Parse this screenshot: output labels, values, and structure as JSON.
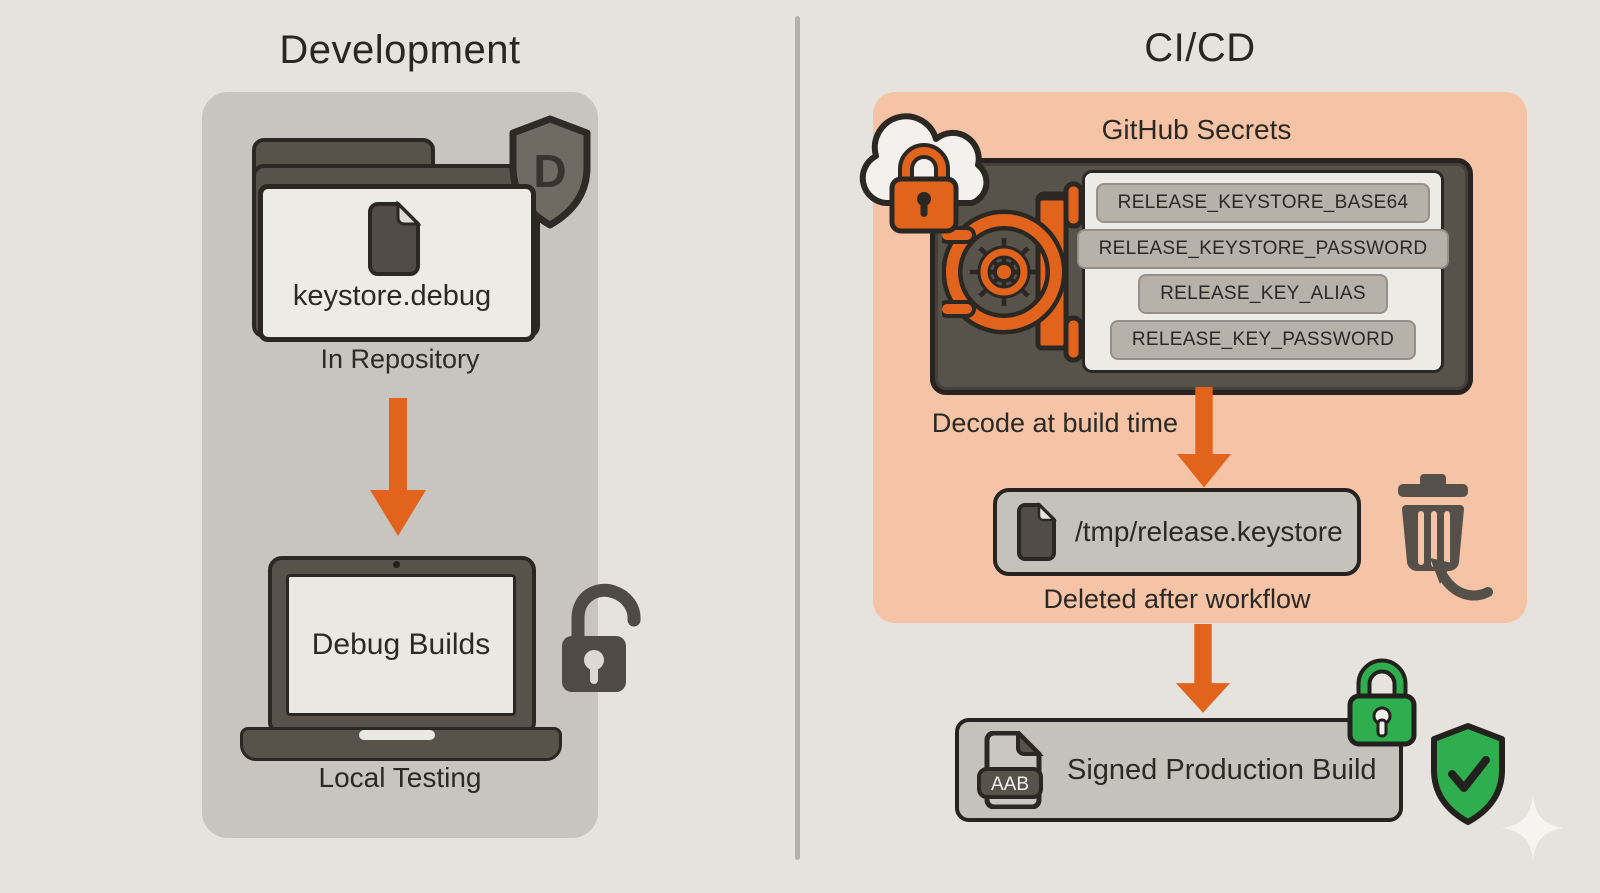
{
  "colors": {
    "background": "#e6e2de",
    "panel_left": "#c8c4bf",
    "panel_right": "#f5c3a5",
    "dark_icon": "#514d46",
    "outline": "#2b2823",
    "orange_accent": "#e2631c",
    "green_accent": "#2eae4e",
    "box_gray": "#c5c2bc",
    "pill_gray": "#b6b2aa",
    "text": "#2b2925"
  },
  "left": {
    "title": "Development",
    "shield_badge": "D",
    "file_name": "keystore.debug",
    "caption_repository": "In Repository",
    "laptop_screen_label": "Debug Builds",
    "caption_testing": "Local Testing"
  },
  "right": {
    "title": "CI/CD",
    "secrets_title": "GitHub Secrets",
    "secrets": [
      "RELEASE_KEYSTORE_BASE64",
      "RELEASE_KEYSTORE_PASSWORD",
      "RELEASE_KEY_ALIAS",
      "RELEASE_KEY_PASSWORD"
    ],
    "decode_caption": "Decode at build time",
    "tmp_file_path": "/tmp/release.keystore",
    "deleted_caption": "Deleted after workflow",
    "aab_badge": "AAB",
    "signed_caption": "Signed Production Build"
  }
}
